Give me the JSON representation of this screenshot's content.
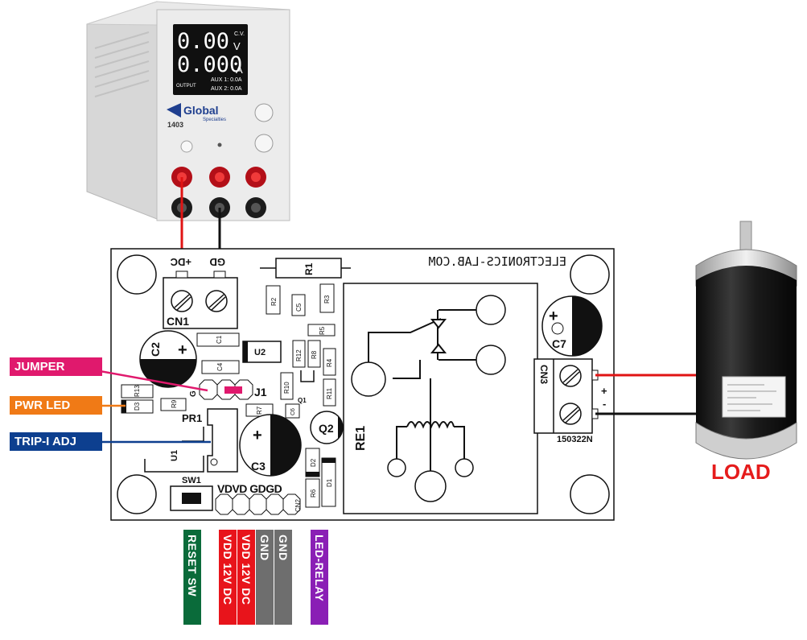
{
  "power_supply": {
    "display_voltage": "0.00",
    "display_voltage_unit": "V",
    "display_cv": "C.V.",
    "display_current": "0.000",
    "display_current_unit": "A",
    "aux1": "AUX 1: 0.0A",
    "aux2": "AUX 2: 0.0A",
    "output_label": "OUTPUT",
    "brand": "Global",
    "brand_sub": "Specialties",
    "model": "1403"
  },
  "board": {
    "site_text": "ELECTRONICS-LAB.COM",
    "cn1_dc": "+DC",
    "cn1_gd": "GD",
    "cn1": "CN1",
    "r1": "R1",
    "r2": "R2",
    "r3": "R3",
    "c5": "C5",
    "r5": "R5",
    "r12": "R12",
    "r8": "R8",
    "r4": "R4",
    "r10": "R10",
    "r11": "R11",
    "q1": "Q1",
    "q2": "Q2",
    "c1": "C1",
    "u2": "U2",
    "c2": "C2",
    "c4": "C4",
    "c6": "C6",
    "r7": "R7",
    "c3": "C3",
    "j1": "J1",
    "g_mark": "G",
    "r13": "R13",
    "d3": "D3",
    "r9": "R9",
    "pr1": "PR1",
    "u1": "U1",
    "sw1": "SW1",
    "cn2_pins": "VDVD GDGD",
    "cn2": "CN2",
    "d2": "D2",
    "d1": "D1",
    "r6": "R6",
    "re1": "RE1",
    "c7": "C7",
    "cn3": "CN3",
    "cn3_plus": "+",
    "cn3_minus": "-",
    "part_no": "150322N"
  },
  "labels": {
    "jumper": "JUMPER",
    "pwr_led": "PWR LED",
    "trip_adj": "TRIP-I ADJ",
    "reset_sw": "RESET SW",
    "vdd1": "VDD 12V DC",
    "vdd2": "VDD 12V DC",
    "gnd1": "GND",
    "gnd2": "GND",
    "led_relay": "LED-RELAY",
    "load": "LOAD"
  },
  "colors": {
    "jumper": "#e0196d",
    "pwr_led": "#f07a16",
    "trip_adj": "#0d3f8f",
    "reset_sw": "#0a6b3a",
    "vdd": "#e8141b",
    "gnd": "#6e6e6e",
    "led_relay": "#8a1fb5",
    "load": "#e51c1c",
    "wire_red": "#e01414",
    "wire_black": "#111111"
  }
}
